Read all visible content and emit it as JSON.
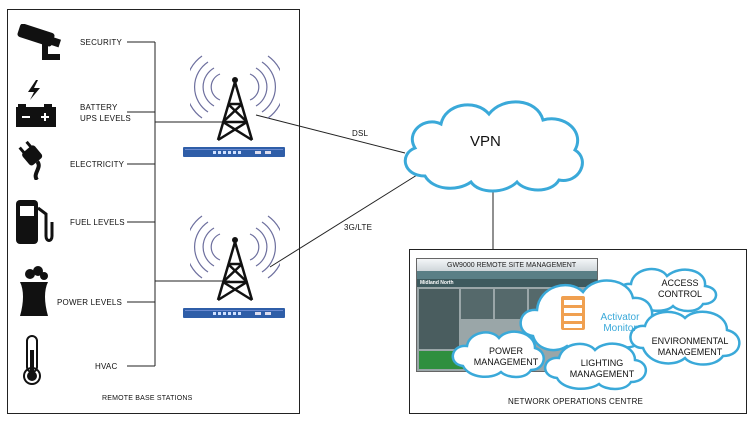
{
  "left_panel": {
    "caption": "REMOTE BASE STATIONS",
    "items": [
      {
        "label": "SECURITY",
        "icon": "cctv-camera-icon"
      },
      {
        "label": "BATTERY\nUPS LEVELS",
        "icon": "battery-icon"
      },
      {
        "label": "ELECTRICITY",
        "icon": "plug-icon"
      },
      {
        "label": "FUEL LEVELS",
        "icon": "fuel-pump-icon"
      },
      {
        "label": "POWER LEVELS",
        "icon": "power-plant-icon"
      },
      {
        "label": "HVAC",
        "icon": "thermometer-icon"
      }
    ]
  },
  "links": {
    "dsl": "DSL",
    "lte": "3G/LTE"
  },
  "vpn": {
    "label": "VPN"
  },
  "right_panel": {
    "caption": "NETWORK OPERATIONS CENTRE",
    "screen": {
      "title": "GW9000 REMOTE SITE MANAGEMENT",
      "subtitle": "Midland North"
    },
    "clouds": {
      "monitor": "Activator\nMonitor",
      "access": "ACCESS\nCONTROL",
      "environmental": "ENVIRONMENTAL\nMANAGEMENT",
      "power": "POWER\nMANAGEMENT",
      "lighting": "LIGHTING\nMANAGEMENT"
    }
  },
  "colors": {
    "cloud_fill": "#ffffff",
    "cloud_stroke": "#3aa9d9",
    "monitor_text": "#3aa9d9",
    "server_icon": "#f0a050",
    "device_blue": "#2f5ea8",
    "screen_green": "#2f8f3f"
  }
}
